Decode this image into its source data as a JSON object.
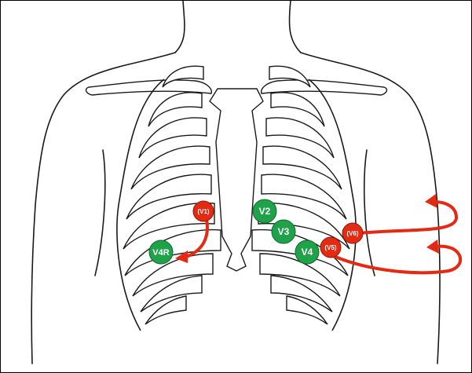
{
  "diagram": {
    "colors": {
      "outline": "#1a1a1a",
      "green_electrode": "#1fa24a",
      "red_electrode": "#e32a12",
      "arrow": "#e32a12"
    },
    "electrodes": [
      {
        "id": "v1",
        "label": "(V1)",
        "color": "red"
      },
      {
        "id": "v4r",
        "label": "V4R",
        "color": "green"
      },
      {
        "id": "v2",
        "label": "V2",
        "color": "green"
      },
      {
        "id": "v3",
        "label": "V3",
        "color": "green"
      },
      {
        "id": "v4",
        "label": "V4",
        "color": "green"
      },
      {
        "id": "v5",
        "label": "(V5)",
        "color": "red"
      },
      {
        "id": "v6",
        "label": "(V6)",
        "color": "red"
      }
    ]
  }
}
